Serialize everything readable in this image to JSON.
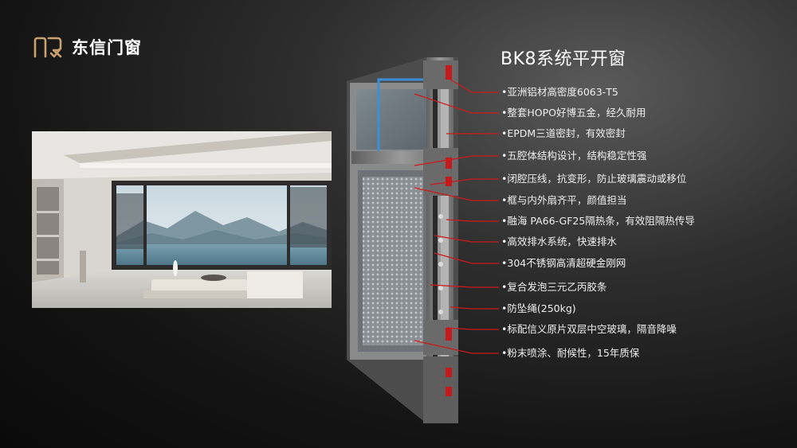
{
  "brand": {
    "name": "东信门窗",
    "accent_color": "#c9a070"
  },
  "title": "BK8系统平开窗",
  "features": [
    "•亚洲铝材高密度6063-T5",
    "•整套HOPO好博五金，经久耐用",
    "•EPDM三道密封，有效密封",
    "•五腔体结构设计，结构稳定性强",
    "•闭腔压线，抗变形，防止玻璃震动或移位",
    "•框与内外扇齐平，颜值担当",
    "•融海 PA66-GF25隔热条，有效阻隔热传导",
    "•高效排水系统，快速排水",
    "•304不锈钢高清超硬金刚网",
    "•复合发泡三元乙丙胶条",
    "•防坠绳(250kg)",
    "•标配信义原片双层中空玻璃，隔音降噪",
    "•粉末喷涂、耐候性，15年质保"
  ],
  "leader_color": "#d01818"
}
